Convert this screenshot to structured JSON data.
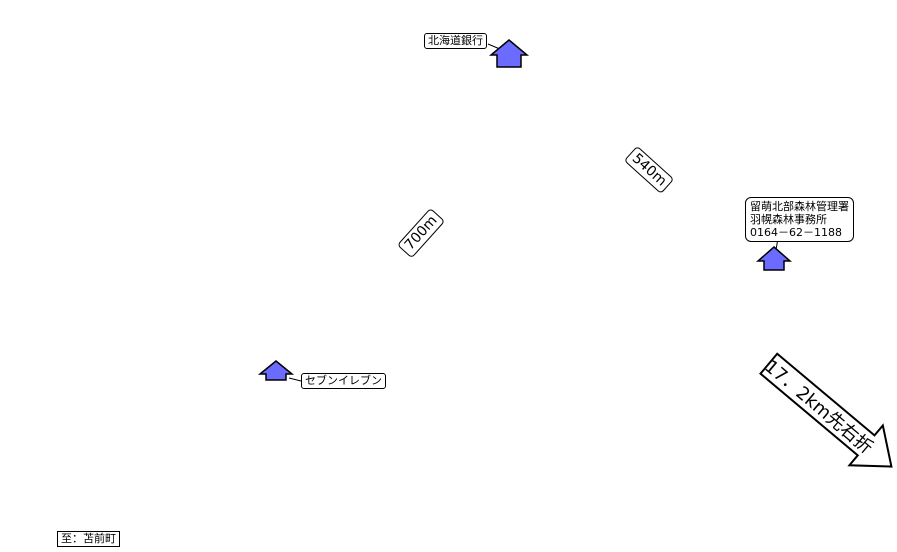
{
  "pois": [
    {
      "id": "hokkaido-bank",
      "label": "北海道銀行",
      "color": "#6b6bff"
    },
    {
      "id": "forest-office",
      "label_lines": [
        "留萌北部森林管理署",
        "羽幌森林事務所",
        "0164－62－1188"
      ],
      "color": "#6b6bff"
    },
    {
      "id": "seven-eleven",
      "label": "セブンイレブン",
      "color": "#6b6bff"
    }
  ],
  "distances": [
    {
      "id": "d540",
      "text": "540m"
    },
    {
      "id": "d700",
      "text": "700m"
    }
  ],
  "direction": {
    "text": "17．2km先右折"
  },
  "destination": {
    "text": "至：苫前町"
  }
}
